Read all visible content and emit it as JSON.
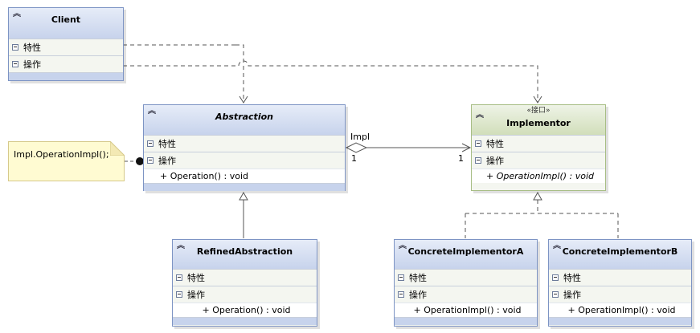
{
  "sections": {
    "attributes": "特性",
    "operations": "操作"
  },
  "client": {
    "name": "Client"
  },
  "abstraction": {
    "name": "Abstraction",
    "operation": "+ Operation() : void"
  },
  "refined": {
    "name": "RefinedAbstraction",
    "operation": "+ Operation() : void"
  },
  "implementor": {
    "stereotype": "«接口»",
    "name": "Implementor",
    "operation": "+ OperationImpl() : void"
  },
  "concreteA": {
    "name": "ConcreteImplementorA",
    "operation": "+ OperationImpl() : void"
  },
  "concreteB": {
    "name": "ConcreteImplementorB",
    "operation": "+ OperationImpl() : void"
  },
  "note": {
    "text": "Impl.OperationImpl();"
  },
  "association": {
    "role": "Impl",
    "source_multiplicity": "1",
    "target_multiplicity": "1"
  },
  "colors": {
    "header": "#c7d3ec",
    "interface_header": "#d1deba",
    "border": "#7d94c4",
    "note": "#fffbd2",
    "line": "#555555"
  }
}
